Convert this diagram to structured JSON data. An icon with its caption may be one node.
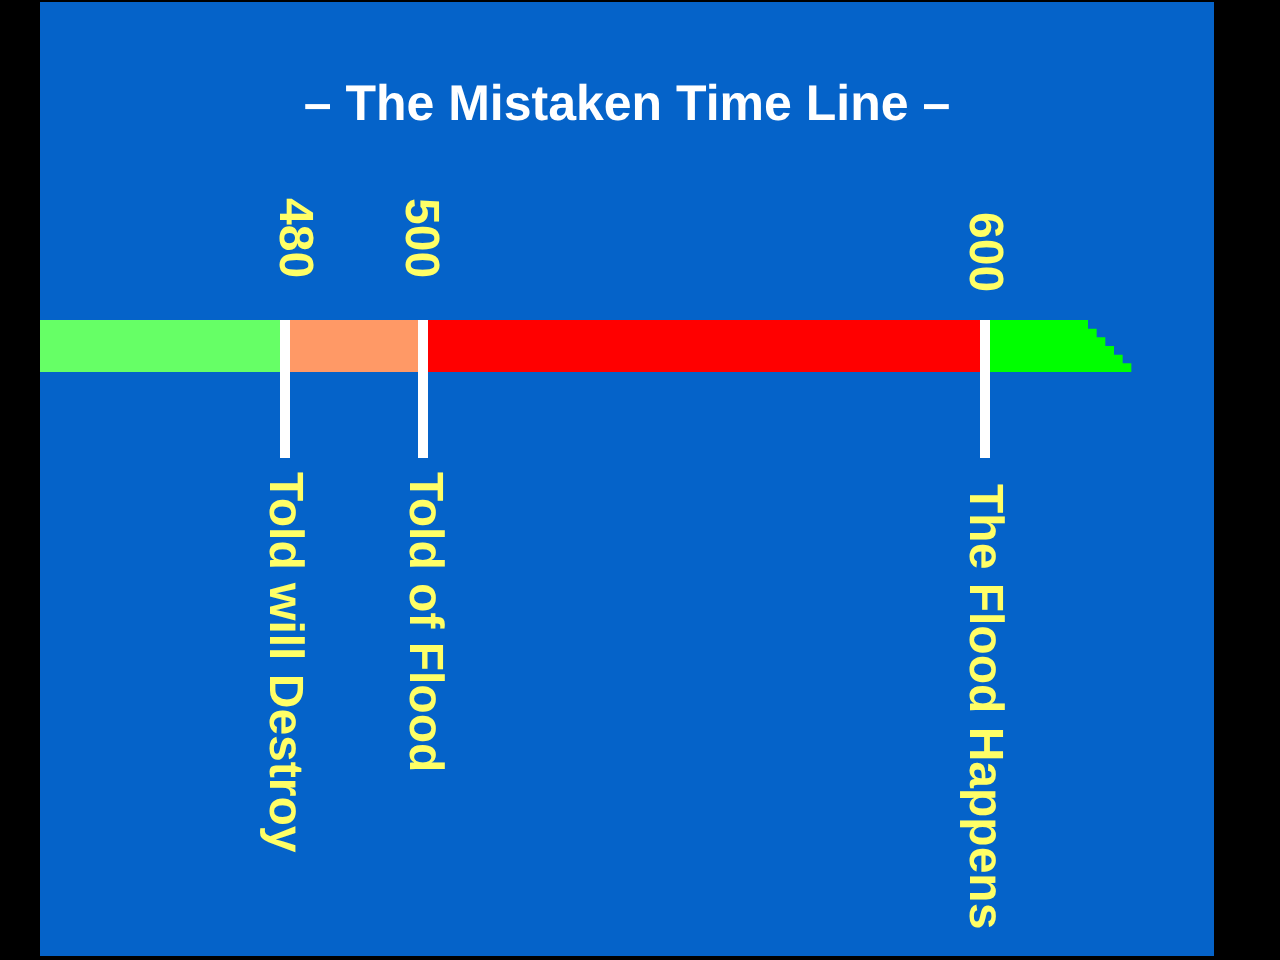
{
  "diagram": {
    "title": "– The Mistaken Time Line –",
    "labels": [
      "480",
      "500",
      "600",
      "Told will Destroy",
      "Told of Flood",
      "The Flood Happens"
    ]
  }
}
